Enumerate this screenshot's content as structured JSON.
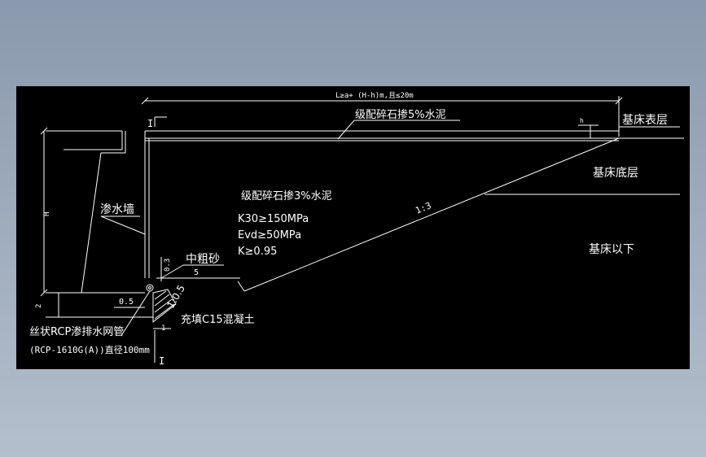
{
  "drawing": {
    "top_dimension": "L≥a+ (H-h)m,且≤20m",
    "label_top_layer": "级配碎石掺5%水泥",
    "label_main_fill": "级配碎石掺3%水泥",
    "spec_k30": "K30≥150MPa",
    "spec_evd": "Evd≥50MPa",
    "spec_k": "K≥0.95",
    "slope_label": "1:3",
    "label_base_surface": "基床表层",
    "label_base_bottom": "基床底层",
    "label_below_base": "基床以下",
    "label_seepage_wall": "渗水墙",
    "label_coarse_sand": "中粗砂",
    "label_concrete_fill": "充填C15混凝土",
    "label_pipe_line1": "丝状RCP渗排水网管",
    "label_pipe_line2": "(RCP-1610G(A))直径100mm",
    "dim_h_small": "h",
    "dim_H": "H",
    "dim_2": "2",
    "dim_0_5": "0.5",
    "dim_0_3": "0.3",
    "dim_5": "5",
    "dim_1_0_5": "1:0.5",
    "dim_1": "1",
    "section_mark_top": "I",
    "section_mark_bottom": "I"
  },
  "colors": {
    "background": "#000000",
    "lines": "#ffffff"
  }
}
